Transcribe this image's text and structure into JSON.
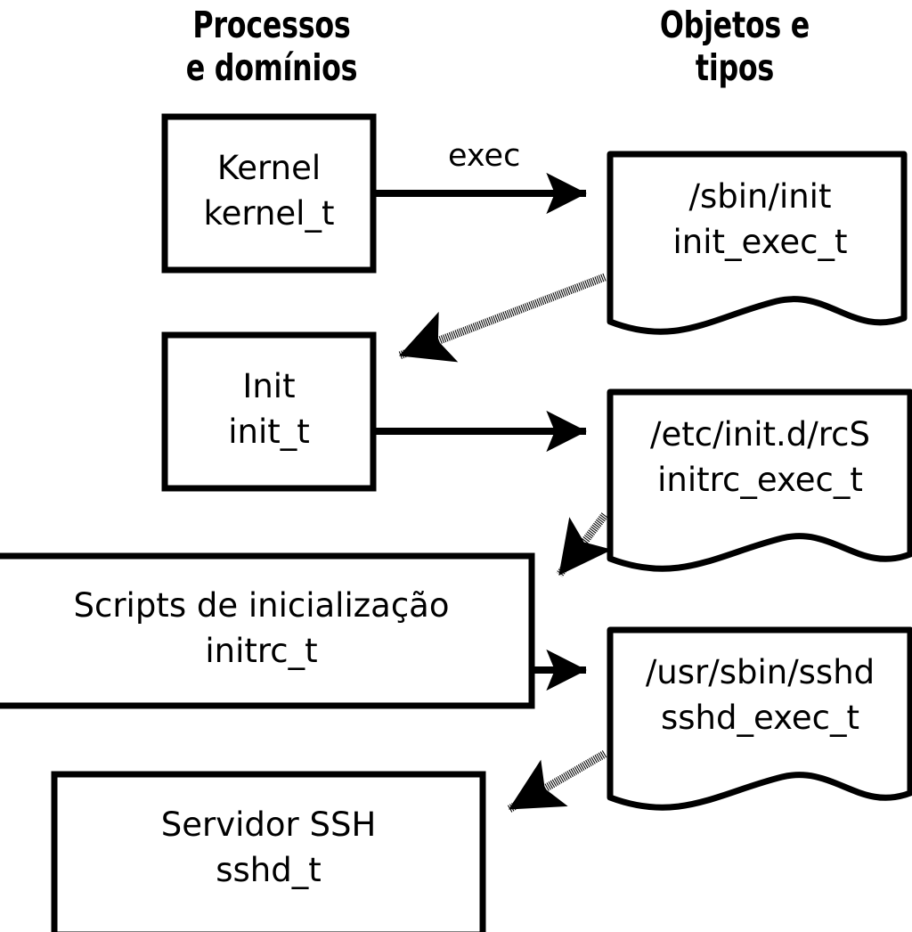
{
  "diagram": {
    "title_columns": {
      "left": "Processos\ne domínios",
      "right": "Objetos e\ntipos"
    },
    "stroke_color": "#000000",
    "fill_color": "#ffffff",
    "processes": [
      {
        "id": "kernel",
        "name": "Kernel",
        "type": "kernel_t",
        "label": "Kernel\nkernel_t"
      },
      {
        "id": "init",
        "name": "Init",
        "type": "init_t",
        "label": "Init\ninit_t"
      },
      {
        "id": "initrc",
        "name": "Scripts de inicialização",
        "type": "initrc_t",
        "label": "Scripts de inicialização\ninitrc_t"
      },
      {
        "id": "sshd",
        "name": "Servidor SSH",
        "type": "sshd_t",
        "label": "Servidor SSH\nsshd_t"
      }
    ],
    "objects": [
      {
        "id": "init_exec",
        "path": "/sbin/init",
        "type": "init_exec_t",
        "label": "/sbin/init\ninit_exec_t"
      },
      {
        "id": "initrc_exec",
        "path": "/etc/init.d/rcS",
        "type": "initrc_exec_t",
        "label": "/etc/init.d/rcS\ninitrc_exec_t"
      },
      {
        "id": "sshd_exec",
        "path": "/usr/sbin/sshd",
        "type": "sshd_exec_t",
        "label": "/usr/sbin/sshd\nsshd_exec_t"
      }
    ],
    "edges": [
      {
        "from": "kernel",
        "to": "init_exec",
        "style": "solid",
        "label": "exec"
      },
      {
        "from": "init_exec",
        "to": "init",
        "style": "dotted",
        "label": ""
      },
      {
        "from": "init",
        "to": "initrc_exec",
        "style": "solid",
        "label": ""
      },
      {
        "from": "initrc_exec",
        "to": "initrc",
        "style": "dotted",
        "label": ""
      },
      {
        "from": "initrc",
        "to": "sshd_exec",
        "style": "solid",
        "label": ""
      },
      {
        "from": "sshd_exec",
        "to": "sshd",
        "style": "dotted",
        "label": ""
      }
    ]
  }
}
